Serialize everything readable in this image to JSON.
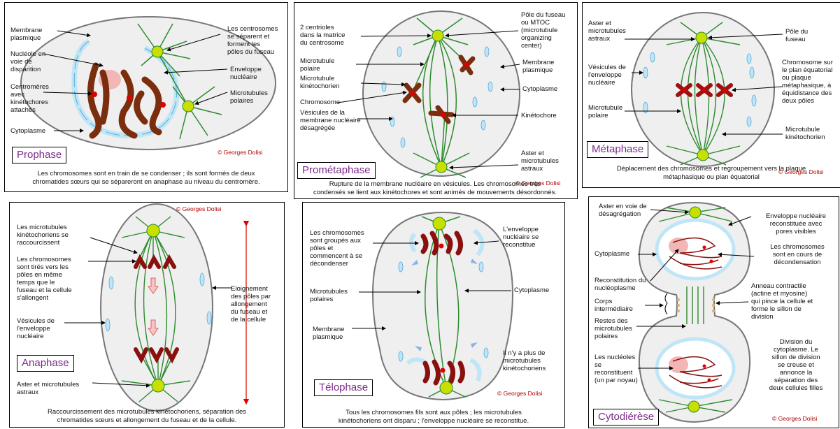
{
  "credit": "© Georges Dolisi",
  "prophase": {
    "title": "Prophase",
    "labels": {
      "membrane": "Membrane\nplasmique",
      "nucleole": "Nucléole en\nvoie de\ndisparition",
      "centromeres": "Centromères\navec\nkinétochores\nattachés",
      "cytoplasme": "Cytoplasme",
      "centrosomes": "Les centrosomes\nse séparent et\nforment les\npôles du fuseau",
      "enveloppe": "Enveloppe\nnucléaire",
      "microtubules": "Microtubules\npolaires"
    },
    "caption": "Les chromosomes sont en train de se condenser ; ils sont formés de deux\nchromatides sœurs  qui se sépareront en anaphase au niveau du centromère."
  },
  "prometaphase": {
    "title": "Prométaphase",
    "labels": {
      "centrioles": "2 centrioles\ndans la matrice\ndu centrosome",
      "mt_polaire": "Microtubule\npolaire",
      "mt_kineto": "Microtubule\nkinétochorien",
      "chromosome": "Chromosome",
      "vesicules": "Vésicules de la\nmembrane nucléaire\ndésagrégée",
      "pole": "Pôle du fuseau\nou MTOC\n(microtubule\norganizing\ncenter)",
      "membrane": "Membrane\nplasmique",
      "cytoplasme": "Cytoplasme",
      "kinetochore": "Kinétochore",
      "aster": "Aster et\nmicrotubules\nastraux"
    },
    "caption": "Rupture de la membrane nucléaire en vésicules. Les chromosomes très\ncondensés se lient aux kinétochores et sont animés de mouvements désordonnés."
  },
  "metaphase": {
    "title": "Métaphase",
    "labels": {
      "aster": "Aster et\nmicrotubules\nastraux",
      "vesicules": "Vésicules de\nl'enveloppe\nnucléaire",
      "mt_polaire": "Microtubule\npolaire",
      "pole": "Pôle du\nfuseau",
      "chromosome": "Chromosome sur\nle plan équatorial\nou plaque\nmétaphasique, à\néquidistance des\ndeux pôles",
      "mt_kineto": "Microtubule\nkinétochorien"
    },
    "caption": "Déplacement des chromosomes et regroupement vers la plaque\nmétaphasique ou plan équatorial"
  },
  "anaphase": {
    "title": "Anaphase",
    "labels": {
      "raccourcissent": "Les microtubules\nkinétochoriens se\nraccourcissent",
      "tires": "Les chromosomes\nsont tirés vers les\npôles en même\ntemps que le\nfuseau et la cellule\ns'allongent",
      "vesicules": "Vésicules de\nl'enveloppe\nnucléaire",
      "aster": "Aster et microtubules\nastraux",
      "eloignement": "Eloignement\ndes pôles par\nallongement\ndu fuseau et\nde la cellule"
    },
    "caption": "Raccourcissement des microtubules kinétochoriens, séparation des\nchromatides sœurs et allongement du fuseau et de la cellule."
  },
  "telophase": {
    "title": "Télophase",
    "labels": {
      "groupes": "Les chromosomes\nsont groupés aux\npôles et\ncommencent à se\ndécondenser",
      "mt_polaires": "Microtubules\npolaires",
      "membrane": "Membrane\nplasmique",
      "enveloppe": "L'enveloppe\nnucléaire se\nreconstitue",
      "cytoplasme": "Cytoplasme",
      "plus_mt": "Il n'y a plus de\nmicrotubules\nkinétochoriens"
    },
    "caption": "Tous les chromosomes fils sont aux pôles ; les microtubules\nkinétochoriens ont disparu ; l'enveloppe nucléaire se reconstitue."
  },
  "cytodierese": {
    "title": "Cytodiérèse",
    "labels": {
      "aster": "Aster en voie de\ndésagrégation",
      "cytoplasme": "Cytoplasme",
      "nucleoplasme": "Reconstitution du\nnucléoplasme",
      "corps": "Corps\nintermédiaire",
      "restes": "Restes des\nmicrotubules\npolaires",
      "nucleoles": "Les nucléoles\nse\nreconstituent\n(un par noyau)",
      "enveloppe": "Enveloppe nucléaire\nreconstituée avec\npores visibles",
      "decondensation": "Les chromosomes\nsont en cours de\ndécondensation",
      "anneau": "Anneau contractile\n(actine et myosine)\nqui pince la cellule et\nforme le sillon de\ndivision",
      "division": "Division du\ncytoplasme. Le\nsillon de division\nse creuse et\nannonce la\nséparation des\ndeux cellules filles"
    }
  },
  "colors": {
    "cell_fill": "#efefef",
    "cell_stroke": "#777777",
    "microtubule": "#2e8b2e",
    "centrosome": "#c8e000",
    "chromosome": "#7a2e0e",
    "kinetochore": "#e00000",
    "vesicle": "#bfe6f7",
    "vesicle_stroke": "#5aa7d8",
    "title_text": "#7d2a8c",
    "credit_text": "#b00000",
    "nucleolus": "#f2b6b6"
  }
}
